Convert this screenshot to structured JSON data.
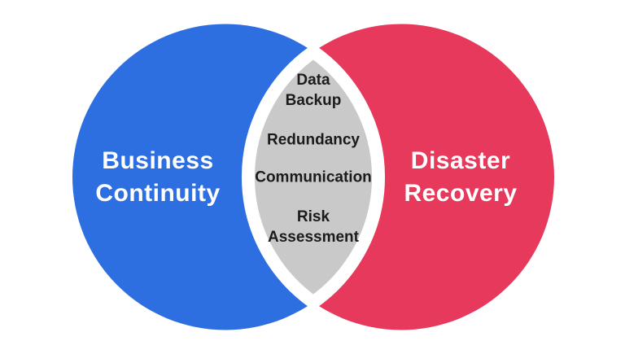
{
  "diagram": {
    "type": "venn",
    "background": "#FFFFFF"
  },
  "venn": {
    "left_circle": {
      "label": "Business\nContinuity",
      "color": "#2D6EE0",
      "text_color": "#FFFFFF"
    },
    "right_circle": {
      "label": "Disaster\nRecovery",
      "color": "#E7395B",
      "text_color": "#FFFFFF"
    },
    "overlap": {
      "color": "#C9C9C9",
      "outline_color": "#FFFFFF",
      "text_color": "#1B1B1B",
      "items": [
        {
          "label": "Data\nBackup"
        },
        {
          "label": "Redundancy"
        },
        {
          "label": "Communication"
        },
        {
          "label": "Risk\nAssessment"
        }
      ]
    }
  }
}
